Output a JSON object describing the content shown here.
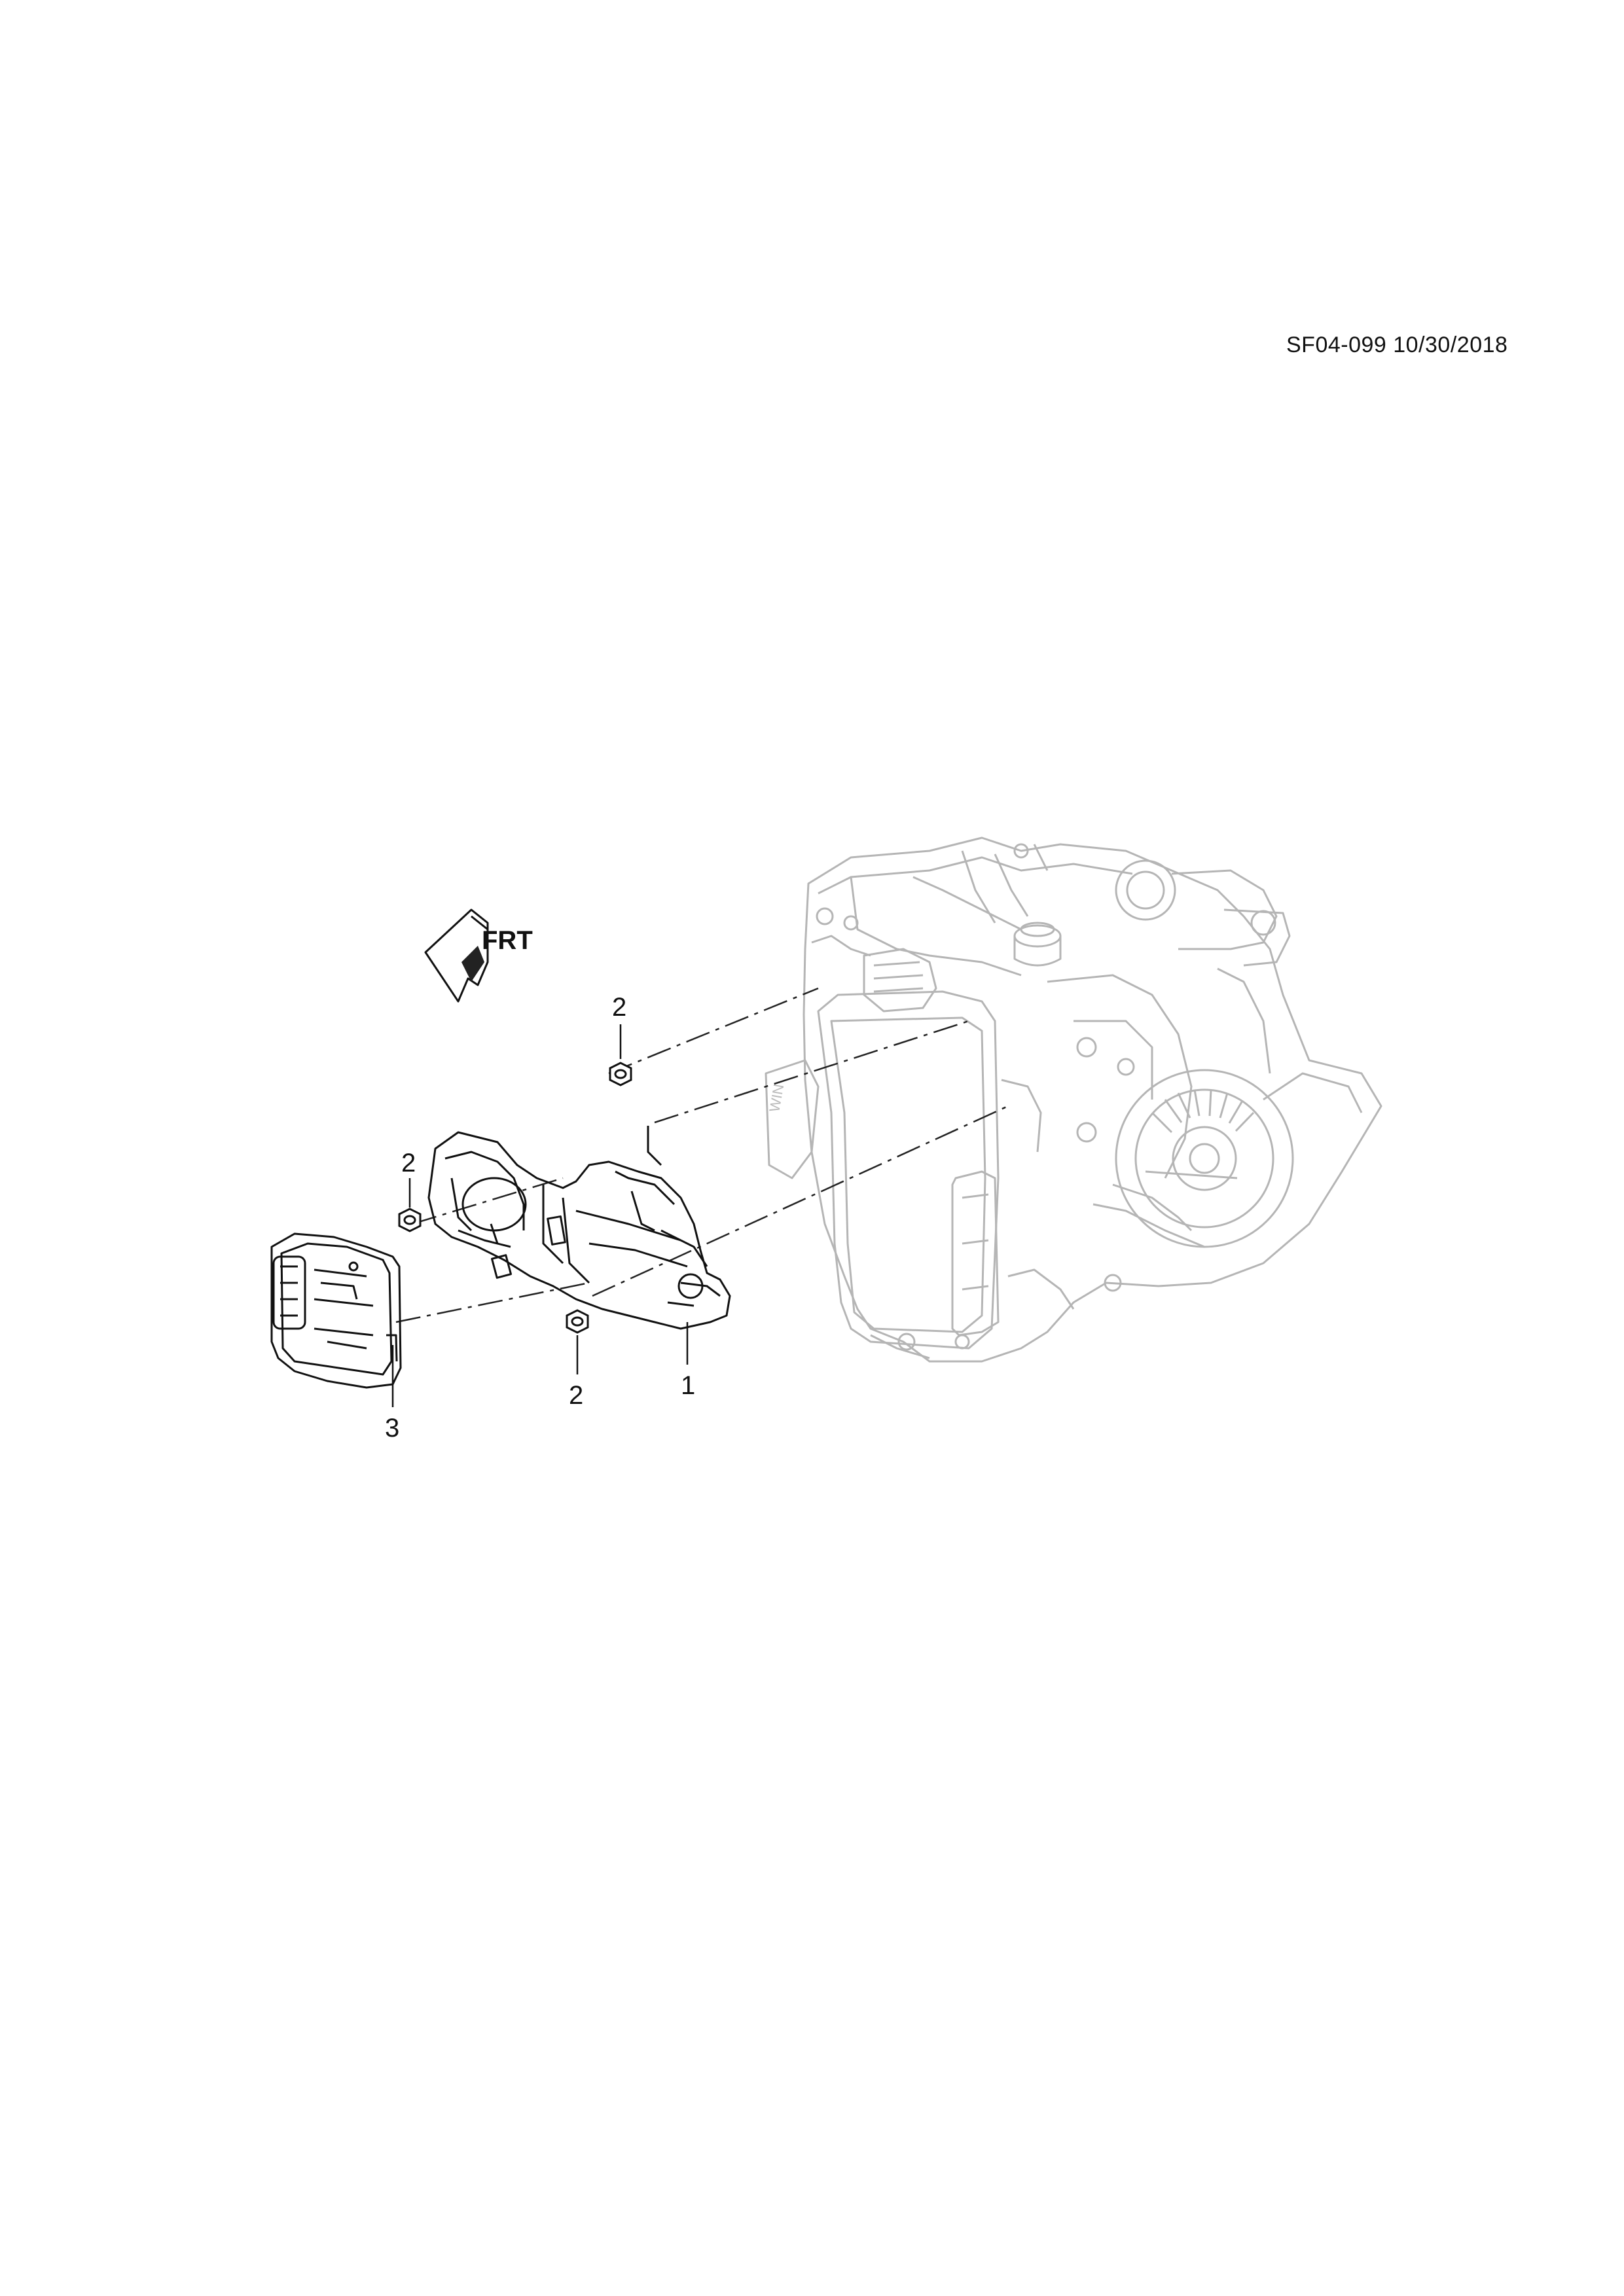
{
  "document": {
    "drawing_id": "SF04-099 10/30/2018"
  },
  "orientation": {
    "arrow_label": "FRT",
    "icon": "front-direction-arrow-icon"
  },
  "callouts": [
    {
      "label": "1"
    },
    {
      "label": "2"
    },
    {
      "label": "2"
    },
    {
      "label": "2"
    },
    {
      "label": "3"
    }
  ],
  "parts": [
    {
      "callout": "1",
      "icon": "mounting-bracket-icon"
    },
    {
      "callout": "2",
      "icon": "hex-nut-icon"
    },
    {
      "callout": "3",
      "icon": "control-module-icon"
    }
  ],
  "background_assembly": {
    "icon": "transmission-assembly-icon"
  }
}
